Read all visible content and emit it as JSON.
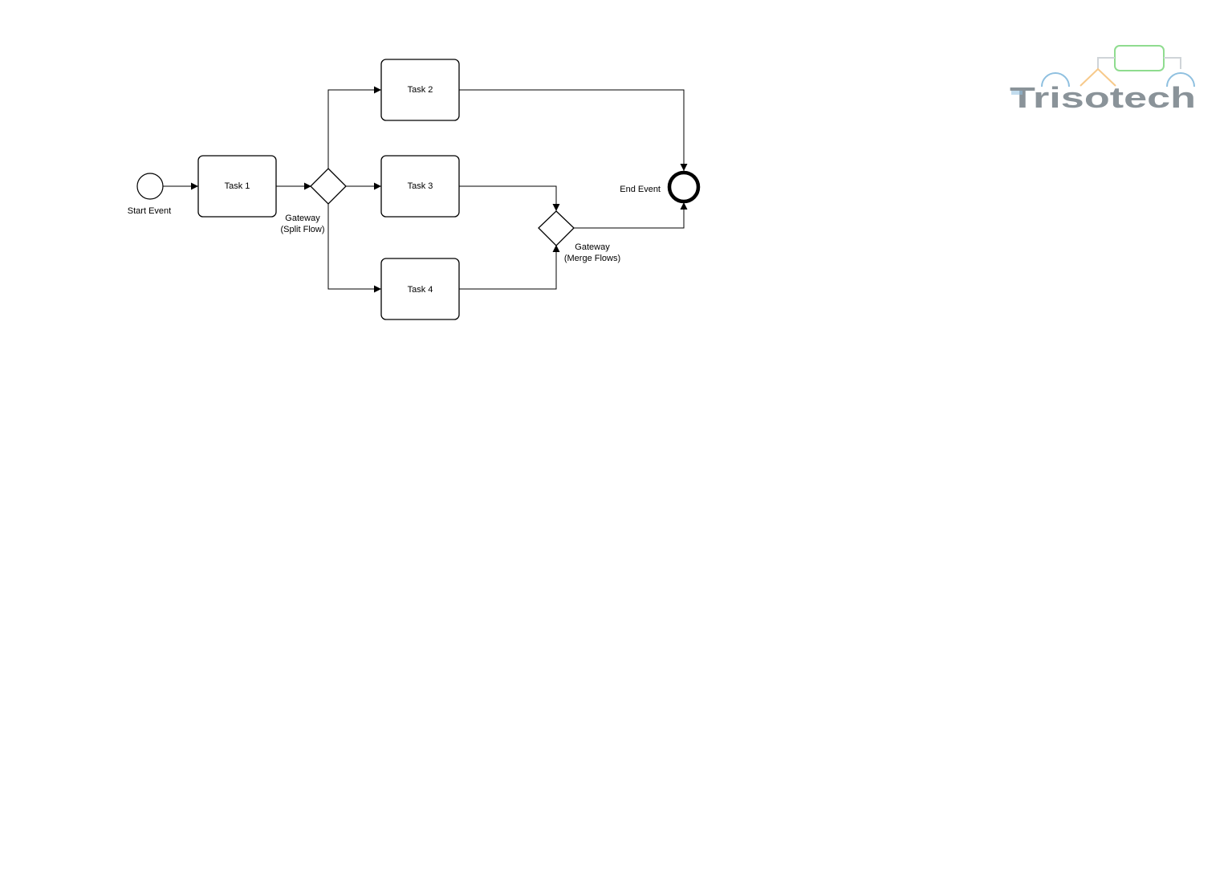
{
  "diagram": {
    "nodes": {
      "start_event": {
        "label": "Start Event"
      },
      "task1": {
        "label": "Task 1"
      },
      "split_gateway": {
        "label_line1": "Gateway",
        "label_line2": "(Split Flow)"
      },
      "task2": {
        "label": "Task 2"
      },
      "task3": {
        "label": "Task 3"
      },
      "task4": {
        "label": "Task 4"
      },
      "merge_gateway": {
        "label_line1": "Gateway",
        "label_line2": "(Merge Flows)"
      },
      "end_event": {
        "label": "End Event"
      }
    },
    "flows": [
      {
        "from": "start_event",
        "to": "task1"
      },
      {
        "from": "task1",
        "to": "split_gateway"
      },
      {
        "from": "split_gateway",
        "to": "task2"
      },
      {
        "from": "split_gateway",
        "to": "task3"
      },
      {
        "from": "split_gateway",
        "to": "task4"
      },
      {
        "from": "task2",
        "to": "end_event"
      },
      {
        "from": "task3",
        "to": "merge_gateway"
      },
      {
        "from": "task4",
        "to": "merge_gateway"
      },
      {
        "from": "merge_gateway",
        "to": "end_event"
      }
    ]
  },
  "logo": {
    "text": "Trisotech",
    "colors": {
      "text": "#8a9399",
      "accent_blue": "#8fc0e0",
      "accent_orange": "#f7c98a",
      "accent_green": "#8fdc8f",
      "line_gray": "#cfd4d8"
    }
  }
}
